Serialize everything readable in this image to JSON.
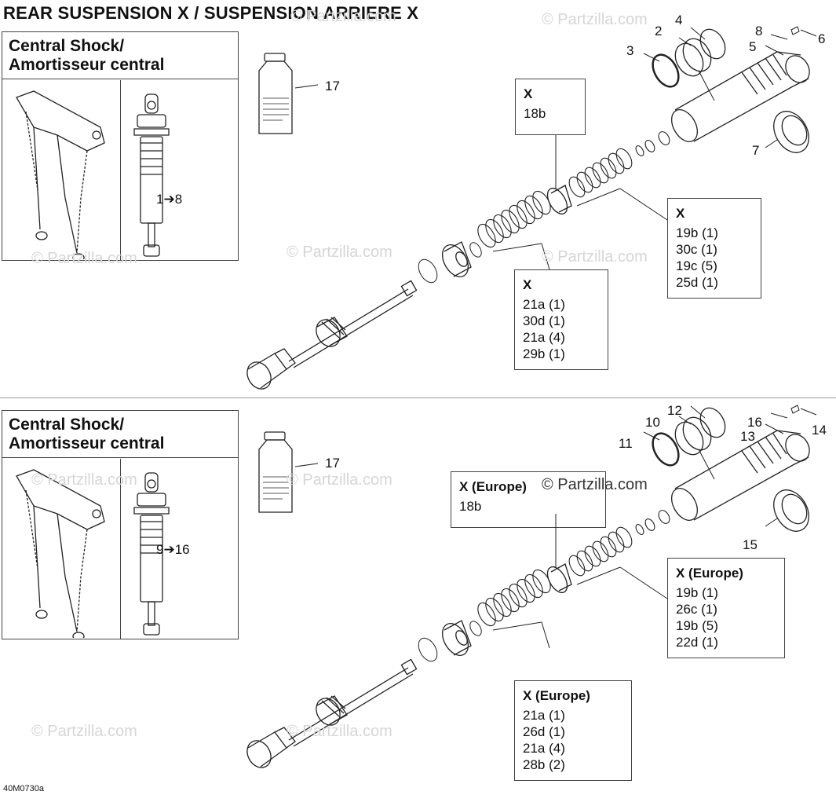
{
  "title": "REAR SUSPENSION X / SUSPENSION ARRIERE X",
  "watermark_text": "© Partzilla.com",
  "drawing_code": "40M0730a",
  "panels": [
    {
      "box_title_1": "Central Shock/",
      "box_title_2": "Amortisseur central",
      "range_label": "1➔8",
      "fluid_label": "17",
      "kit_top": {
        "title": "X",
        "items": [
          "18b"
        ]
      },
      "kit_right": {
        "title": "X",
        "items": [
          "19b (1)",
          "30c (1)",
          "19c (5)",
          "25d (1)"
        ]
      },
      "kit_bottom": {
        "title": "X",
        "items": [
          "21a (1)",
          "30d (1)",
          "21a (4)",
          "29b (1)"
        ]
      },
      "callouts": [
        "2",
        "3",
        "4",
        "5",
        "6",
        "7",
        "8"
      ]
    },
    {
      "box_title_1": "Central Shock/",
      "box_title_2": "Amortisseur central",
      "range_label": "9➔16",
      "fluid_label": "17",
      "kit_top": {
        "title": "X (Europe)",
        "items": [
          "18b"
        ]
      },
      "kit_right": {
        "title": "X (Europe)",
        "items": [
          "19b (1)",
          "26c (1)",
          "19b (5)",
          "22d (1)"
        ]
      },
      "kit_bottom": {
        "title": "X (Europe)",
        "items": [
          "21a (1)",
          "26d (1)",
          "21a (4)",
          "28b (2)"
        ]
      },
      "callouts": [
        "10",
        "11",
        "12",
        "13",
        "14",
        "15",
        "16"
      ]
    }
  ],
  "colors": {
    "line": "#222222",
    "watermark": "#d6d6d6",
    "divider": "#999999"
  }
}
